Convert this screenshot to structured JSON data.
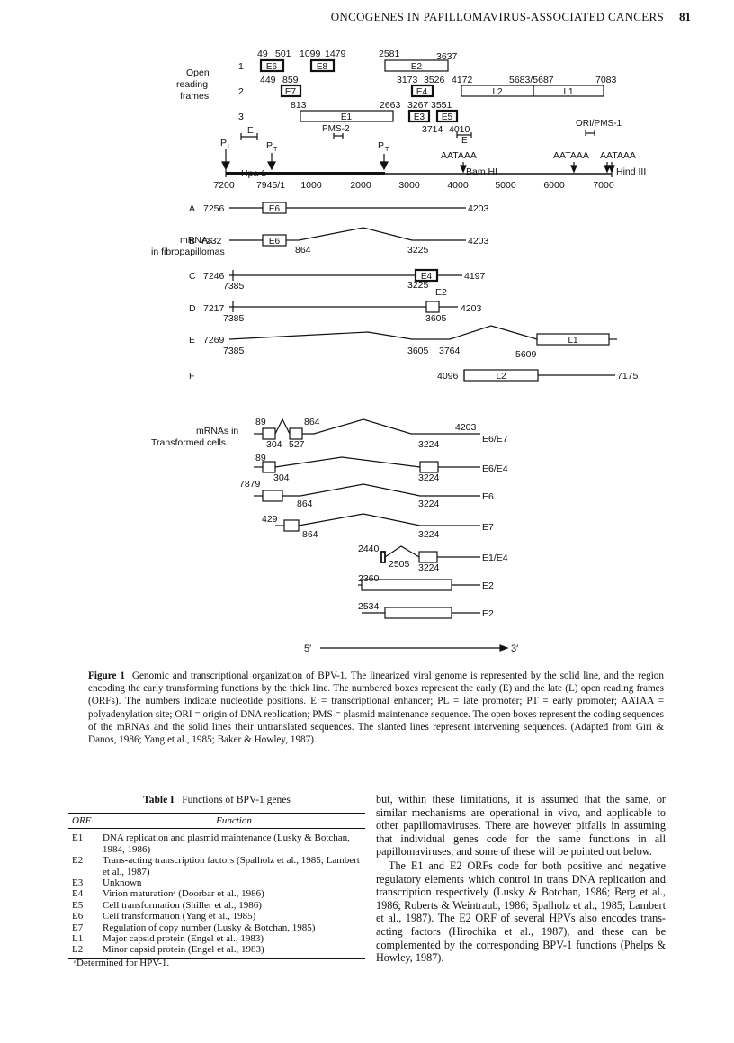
{
  "header": {
    "title": "ONCOGENES IN PAPILLOMAVIRUS-ASSOCIATED CANCERS",
    "page": "81"
  },
  "figure": {
    "label_orf": [
      "Open",
      "reading",
      "frames"
    ],
    "frames": [
      "1",
      "2",
      "3"
    ],
    "orf_numbers": [
      "49",
      "501",
      "1099",
      "1479",
      "2581",
      "3637",
      "449",
      "859",
      "3173",
      "3526",
      "4172",
      "5683/5687",
      "7083",
      "813",
      "2663",
      "3267",
      "3551",
      "3714",
      "4010"
    ],
    "orf_boxes": [
      "E6",
      "E8",
      "E2",
      "E7",
      "E4",
      "L2",
      "L1",
      "E1",
      "E3",
      "E5"
    ],
    "small_labels": [
      "E",
      "E",
      "PMS-2",
      "ORI/PMS-1"
    ],
    "promoters": [
      "P",
      "L",
      "P",
      "T",
      "P",
      "T"
    ],
    "polyA": [
      "AATAAA",
      "AATAAA",
      "AATAAA"
    ],
    "sites": [
      "Hpa 1",
      "Bam HI",
      "Hind III"
    ],
    "axis": [
      "7200",
      "7945/1",
      "1000",
      "2000",
      "3000",
      "4000",
      "5000",
      "6000",
      "7000"
    ],
    "mrna_title_1": [
      "mRNAs",
      "in fibropapillomas"
    ],
    "mrna_letters": [
      "A",
      "B",
      "C",
      "D",
      "E",
      "F"
    ],
    "mrna_numbers": [
      "7256",
      "4203",
      "7232",
      "864",
      "3225",
      "4203",
      "7246",
      "7385",
      "3225",
      "4197",
      "E2",
      "7217",
      "7385",
      "3605",
      "4203",
      "7269",
      "7385",
      "3605",
      "3764",
      "5609",
      "4096",
      "7175"
    ],
    "mrna_boxes": [
      "E6",
      "E6",
      "E4",
      "L1",
      "L2"
    ],
    "mrna_title_2": [
      "mRNAs in",
      "Transformed cells"
    ],
    "tc_numbers": [
      "89",
      "864",
      "4203",
      "304",
      "527",
      "3224",
      "89",
      "304",
      "3224",
      "7879",
      "864",
      "3224",
      "429",
      "864",
      "3224",
      "2440",
      "2505",
      "3224",
      "2360",
      "2534"
    ],
    "tc_labels": [
      "E6/E7",
      "E6/E4",
      "E6",
      "E7",
      "E1/E4",
      "E2",
      "E2"
    ],
    "direction": [
      "5′",
      "3′"
    ]
  },
  "caption": {
    "label": "Figure 1",
    "text": "Genomic and transcriptional organization of BPV-1. The linearized viral genome is represented by the solid line, and the region encoding the early transforming functions by the thick line. The numbered boxes represent the early (E) and the late (L) open reading frames (ORFs). The numbers indicate nucleotide positions. E = transcriptional enhancer; PL = late promoter; PT = early promoter; AATAA = polyadenylation site; ORI = origin of DNA replication; PMS = plasmid maintenance sequence. The open boxes represent the coding sequences of the mRNAs and the solid lines their untranslated sequences. The slanted lines represent intervening sequences. (Adapted from Giri & Danos, 1986; Yang et al., 1985; Baker & Howley, 1987)."
  },
  "table": {
    "label": "Table I",
    "title": "Functions of BPV-1 genes",
    "col_orf": "ORF",
    "col_function": "Function",
    "rows": [
      {
        "orf": "E1",
        "function": "DNA replication and plasmid maintenance (Lusky & Botchan, 1984, 1986)"
      },
      {
        "orf": "E2",
        "function": "Trans-acting transcription factors (Spalholz et al., 1985; Lambert et al., 1987)"
      },
      {
        "orf": "E3",
        "function": "Unknown"
      },
      {
        "orf": "E4",
        "function": "Virion maturationᵃ (Doorbar et al., 1986)"
      },
      {
        "orf": "E5",
        "function": "Cell transformation (Shiller et al., 1986)"
      },
      {
        "orf": "E6",
        "function": "Cell transformation (Yang et al., 1985)"
      },
      {
        "orf": "E7",
        "function": "Regulation of copy number (Lusky & Botchan, 1985)"
      },
      {
        "orf": "L1",
        "function": "Major capsid protein (Engel et al., 1983)"
      },
      {
        "orf": "L2",
        "function": "Minor capsid protein (Engel et al., 1983)"
      }
    ],
    "footnote": "ᵃDetermined for HPV-1."
  },
  "body": {
    "p1": "but, within these limitations, it is assumed that the same, or similar mechanisms are operational in vivo, and applicable to other papillomaviruses. There are however pitfalls in assuming that individual genes code for the same functions in all papillomaviruses, and some of these will be pointed out below.",
    "p2": "The E1 and E2 ORFs code for both positive and negative regulatory elements which control in trans DNA replication and transcription respectively (Lusky & Botchan, 1986; Berg et al., 1986; Roberts & Weintraub, 1986; Spalholz et al., 1985; Lambert et al., 1987). The E2 ORF of several HPVs also encodes trans-acting factors (Hirochika et al., 1987), and these can be complemented by the corresponding BPV-1 functions (Phelps & Howley, 1987)."
  }
}
